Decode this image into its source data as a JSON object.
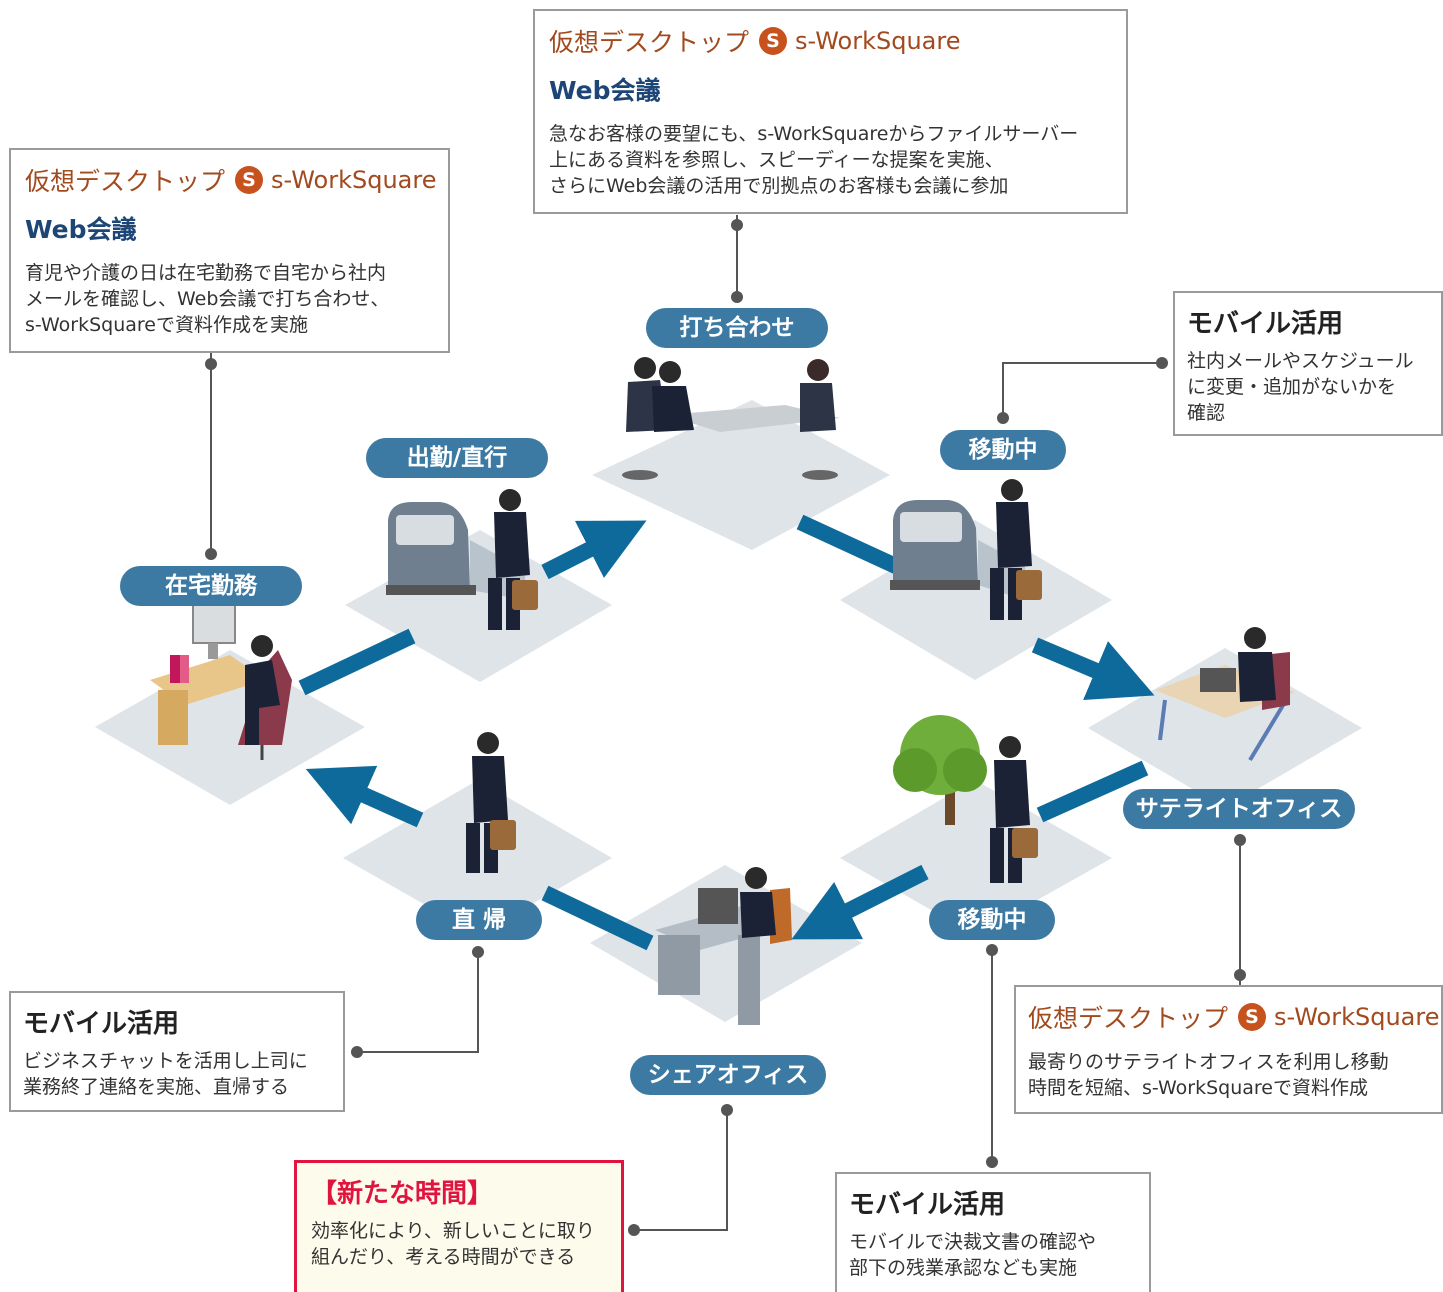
{
  "brand": {
    "logo_letter": "S",
    "product": "s-WorkSquare",
    "virtual_desktop": "仮想デスクトップ",
    "accent": "#c7521e",
    "pill_color": "#3d7aa3",
    "arrow_color": "#0e6a9a"
  },
  "nodes": {
    "telework": "在宅勤務",
    "commute": "出勤/直行",
    "meeting": "打ち合わせ",
    "moving_top": "移動中",
    "satellite": "サテライトオフィス",
    "moving_bottom": "移動中",
    "share_office": "シェアオフィス",
    "go_home": "直 帰"
  },
  "boxes": {
    "telework": {
      "sub": "Web会議",
      "desc": [
        "育児や介護の日は在宅勤務で自宅から社内",
        "メールを確認し、Web会議で打ち合わせ、",
        "s-WorkSquareで資料作成を実施"
      ]
    },
    "meeting": {
      "sub": "Web会議",
      "desc": [
        "急なお客様の要望にも、s-WorkSquareからファイルサーバー",
        "上にある資料を参照し、スピーディーな提案を実施、",
        "さらにWeb会議の活用で別拠点のお客様も会議に参加"
      ]
    },
    "moving_top": {
      "head": "モバイル活用",
      "desc": [
        "社内メールやスケジュール",
        "に変更・追加がないかを",
        "確認"
      ]
    },
    "satellite": {
      "desc": [
        "最寄りのサテライトオフィスを利用し移動",
        "時間を短縮、s-WorkSquareで資料作成"
      ]
    },
    "go_home": {
      "head": "モバイル活用",
      "desc": [
        "ビジネスチャットを活用し上司に",
        "業務終了連絡を実施、直帰する"
      ]
    },
    "moving_bottom": {
      "head": "モバイル活用",
      "desc": [
        "モバイルで決裁文書の確認や",
        "部下の残業承認なども実施"
      ]
    },
    "new_time": {
      "head": "【新たな時間】",
      "desc": [
        "効率化により、新しいことに取り",
        "組んだり、考える時間ができる"
      ]
    }
  }
}
